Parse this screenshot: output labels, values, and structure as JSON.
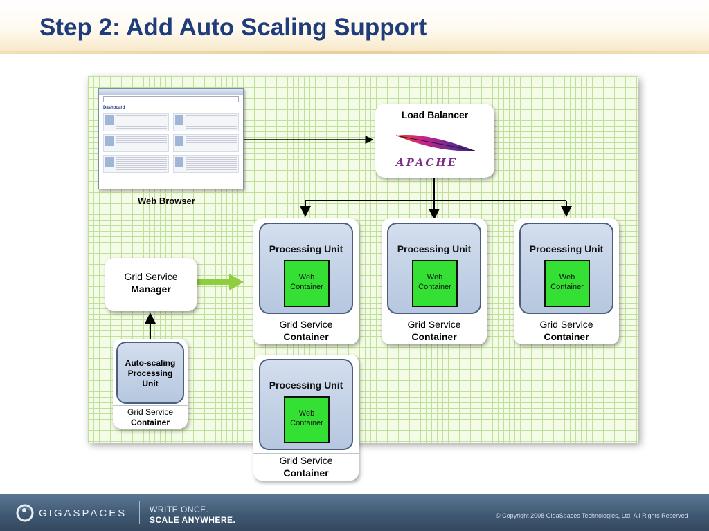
{
  "title": "Step 2: Add Auto Scaling Support",
  "diagram": {
    "browser": {
      "label": "Web Browser",
      "dashboard": "Dashboard"
    },
    "load_balancer": {
      "label": "Load Balancer",
      "logo_text": "APACHE",
      "logo_icon": "apache-feather-icon"
    },
    "grid_service_manager": {
      "line1": "Grid Service",
      "line2": "Manager"
    },
    "processing_units": [
      {
        "title": "Processing Unit",
        "web1": "Web",
        "web2": "Container",
        "gsc1": "Grid Service",
        "gsc2": "Container"
      },
      {
        "title": "Processing Unit",
        "web1": "Web",
        "web2": "Container",
        "gsc1": "Grid Service",
        "gsc2": "Container"
      },
      {
        "title": "Processing Unit",
        "web1": "Web",
        "web2": "Container",
        "gsc1": "Grid Service",
        "gsc2": "Container"
      },
      {
        "title": "Processing Unit",
        "web1": "Web",
        "web2": "Container",
        "gsc1": "Grid Service",
        "gsc2": "Container"
      }
    ],
    "autoscaling": {
      "line1": "Auto-scaling",
      "line2": "Processing",
      "line3": "Unit",
      "gsc1": "Grid Service",
      "gsc2": "Container"
    },
    "colors": {
      "web_container": "#33e033",
      "grid": "#bfe09a",
      "arrow_green": "#8dcf3f",
      "title": "#1f3d7a"
    }
  },
  "footer": {
    "logo_text": "GIGASPACES",
    "logo_icon": "gigaspaces-swirl-icon",
    "tagline1": "WRITE ONCE.",
    "tagline2": "SCALE ANYWHERE.",
    "copyright": "© Copyright 2008 GigaSpaces Technologies, Ltd. All Rights Reserved"
  }
}
